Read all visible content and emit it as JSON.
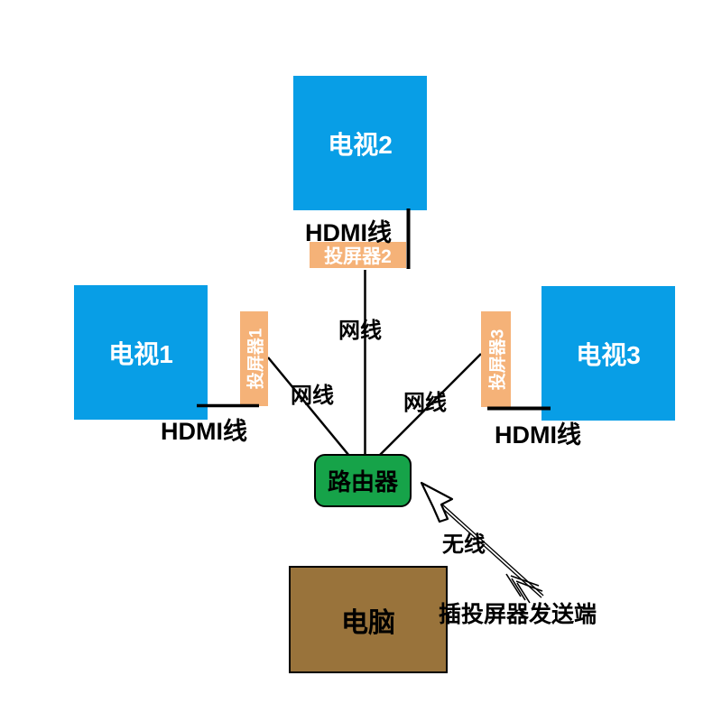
{
  "diagram": {
    "nodes": {
      "tv1": {
        "label": "电视1"
      },
      "tv2": {
        "label": "电视2"
      },
      "tv3": {
        "label": "电视3"
      },
      "caster1": {
        "label": "投屏器1"
      },
      "caster2": {
        "label": "投屏器2"
      },
      "caster3": {
        "label": "投屏器3"
      },
      "router": {
        "label": "路由器"
      },
      "computer": {
        "label": "电脑"
      }
    },
    "edges": {
      "hdmi1": {
        "label": "HDMI线"
      },
      "hdmi2": {
        "label": "HDMI线"
      },
      "hdmi3": {
        "label": "HDMI线"
      },
      "lan1": {
        "label": "网线"
      },
      "lan2": {
        "label": "网线"
      },
      "lan3": {
        "label": "网线"
      },
      "wireless": {
        "label": "无线"
      }
    },
    "annotations": {
      "sender_note": "插投屏器发送端"
    },
    "colors": {
      "tv_blue": "#089EE6",
      "caster_orange": "#F5B278",
      "router_green": "#16A349",
      "computer_brown": "#99733B",
      "line_black": "#000000",
      "background": "#FFFFFF",
      "node_text_white": "#FFFFFF",
      "label_text_black": "#000000"
    }
  }
}
